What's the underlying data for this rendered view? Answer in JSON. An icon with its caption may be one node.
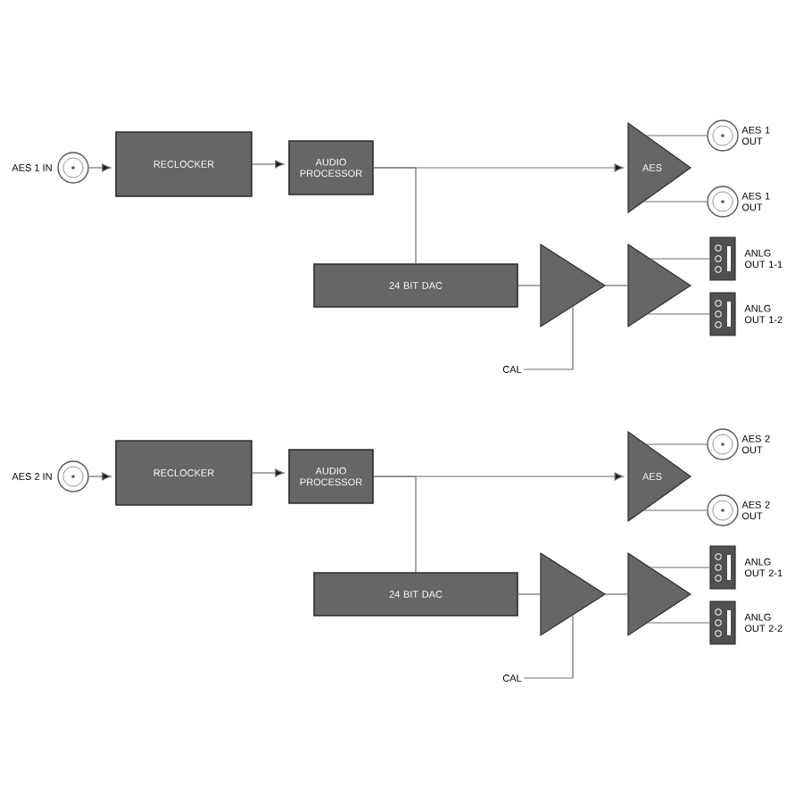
{
  "diagram": {
    "nodes": [
      {
        "text": [],
        "shape": "circle",
        "beside": [
          "AES 1 IN"
        ]
      },
      {
        "text": [
          "RECLOCKER"
        ]
      },
      {
        "text": [
          "AUDIO PROCESSOR"
        ]
      },
      {
        "text": [
          "AES"
        ]
      },
      {
        "text": [],
        "shape": "circle",
        "beside": [
          "AES 1 OUT"
        ]
      },
      {
        "text": [],
        "shape": "circle",
        "beside": [
          "AES 1 OUT"
        ]
      },
      {
        "text": [
          "24 BIT DAC"
        ]
      },
      {
        "text": [],
        "shape": "triangle"
      },
      {
        "text": [],
        "shape": "triangle"
      },
      {
        "text": [],
        "shape": "box",
        "beside": [
          "ANLG OUT 1-1"
        ]
      },
      {
        "text": [],
        "shape": "box",
        "beside": [
          "ANLG OUT 1-2"
        ]
      },
      {
        "text": [
          "CAL"
        ]
      },
      {
        "text": [],
        "shape": "circle",
        "beside": [
          "AES 2 IN"
        ]
      },
      {
        "text": [
          "RECLOCKER"
        ]
      },
      {
        "text": [
          "AUDIO PROCESSOR"
        ]
      },
      {
        "text": [
          "AES"
        ]
      },
      {
        "text": [],
        "shape": "circle",
        "beside": [
          "AES 2 OUT"
        ]
      },
      {
        "text": [],
        "shape": "circle",
        "beside": [
          "AES 2 OUT"
        ]
      },
      {
        "text": [
          "24 BIT DAC"
        ]
      },
      {
        "text": [],
        "shape": "triangle"
      },
      {
        "text": [],
        "shape": "triangle"
      },
      {
        "text": [],
        "shape": "box",
        "beside": [
          "ANLG OUT 2-1"
        ]
      },
      {
        "text": [],
        "shape": "box",
        "beside": [
          "ANLG OUT 2-2"
        ]
      },
      {
        "text": [
          "CAL"
        ]
      }
    ],
    "edges": [
      {
        "from": 0,
        "to": 1,
        "arrow": "to"
      },
      {
        "from": 1,
        "to": 2,
        "arrow": "to"
      },
      {
        "from": 2,
        "to": 3,
        "arrow": "to"
      },
      {
        "from": 2,
        "to": 6,
        "arrow": "none"
      },
      {
        "from": 3,
        "to": 4,
        "arrow": "none"
      },
      {
        "from": 3,
        "to": 5,
        "arrow": "none"
      },
      {
        "from": 6,
        "to": 7,
        "arrow": "none"
      },
      {
        "from": 7,
        "to": 8,
        "arrow": "none"
      },
      {
        "from": 8,
        "to": 9,
        "arrow": "none"
      },
      {
        "from": 8,
        "to": 10,
        "arrow": "none"
      },
      {
        "from": 11,
        "to": 7,
        "arrow": "none"
      },
      {
        "from": 12,
        "to": 13,
        "arrow": "to"
      },
      {
        "from": 13,
        "to": 14,
        "arrow": "to"
      },
      {
        "from": 14,
        "to": 15,
        "arrow": "to"
      },
      {
        "from": 14,
        "to": 18,
        "arrow": "none"
      },
      {
        "from": 15,
        "to": 16,
        "arrow": "none"
      },
      {
        "from": 15,
        "to": 17,
        "arrow": "none"
      },
      {
        "from": 18,
        "to": 19,
        "arrow": "none"
      },
      {
        "from": 19,
        "to": 20,
        "arrow": "none"
      },
      {
        "from": 20,
        "to": 21,
        "arrow": "none"
      },
      {
        "from": 20,
        "to": 22,
        "arrow": "none"
      },
      {
        "from": 23,
        "to": 19,
        "arrow": "none"
      }
    ]
  }
}
